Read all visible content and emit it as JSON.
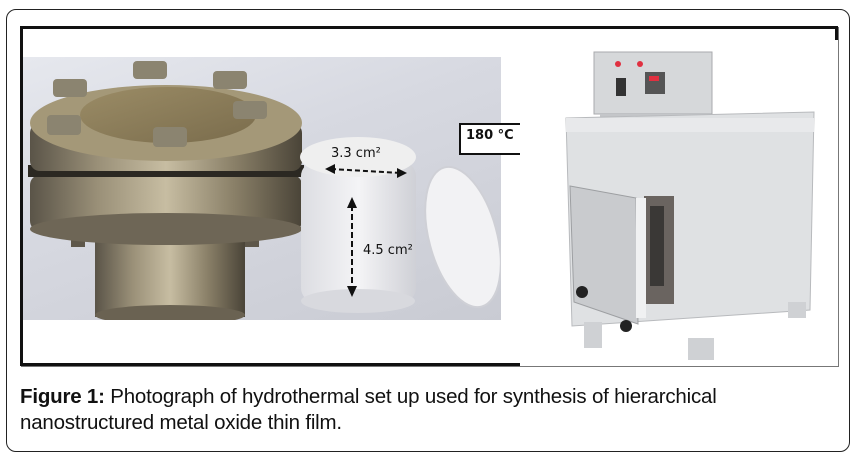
{
  "figure": {
    "label": "Figure 1:",
    "caption": " Photograph of hydrothermal set up used for synthesis of hierarchical nanostructured metal oxide  thin film.",
    "photo_left": {
      "description": "stainless steel autoclave with teflon liner and lid",
      "annotations": {
        "diameter": "3.3 cm²",
        "height": "4.5 cm²"
      }
    },
    "arrow": {
      "label": "180 °C",
      "direction": "right"
    },
    "photo_right": {
      "description": "muffle furnace / oven with temperature controller"
    }
  }
}
